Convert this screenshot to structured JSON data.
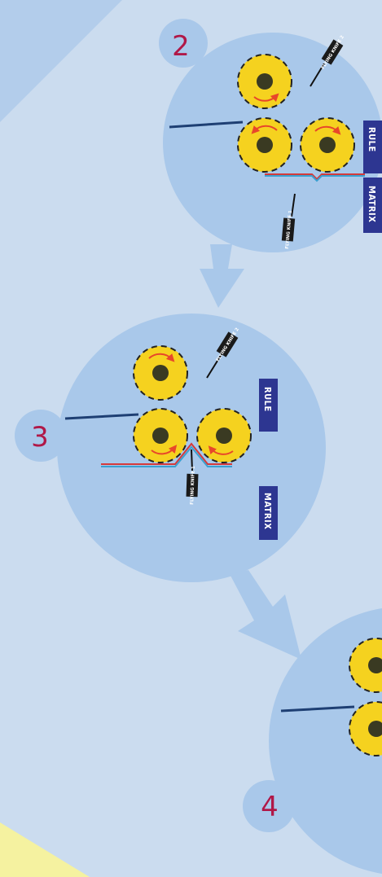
{
  "steps": [
    {
      "number": "2",
      "tab_top": "RULE",
      "tab_bottom": "MATRIX",
      "knife_a": "FLYING KNIFE 2",
      "knife_b": "FLYING KNIFE 1"
    },
    {
      "number": "3",
      "tab_top": "RULE",
      "tab_bottom": "MATRIX",
      "knife_a": "FLYING KNIFE 2",
      "knife_b": "FLYING KNIFE 1"
    },
    {
      "number": "4"
    }
  ],
  "colors": {
    "background": "#cbdcef",
    "bubble": "#a9c8ea",
    "roller": "#f5d21f",
    "hub": "#3a3a22",
    "arrow": "#e8472a",
    "tab": "#2d3691",
    "step_number": "#b01848",
    "rule_line": "#d43a3a",
    "matrix_line": "#3aa0d0",
    "feed_line": "#1e3f73"
  }
}
